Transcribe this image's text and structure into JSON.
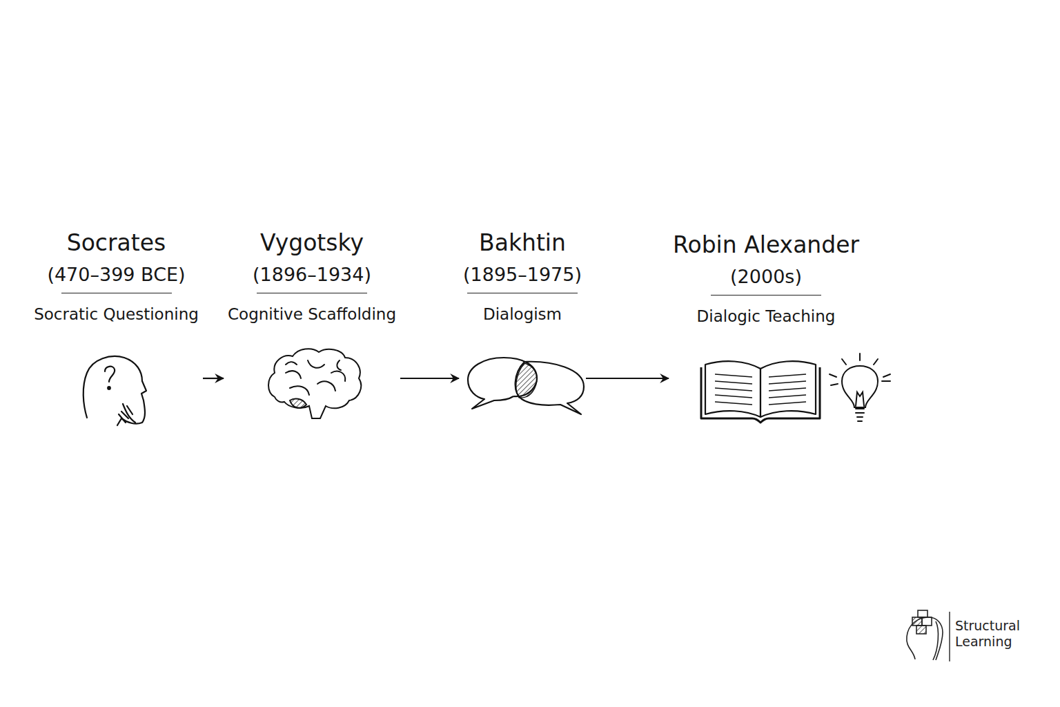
{
  "diagram": {
    "nodes": [
      {
        "text": [
          "Socrates",
          "(470–399 BCE)",
          "Socratic Questioning"
        ]
      },
      {
        "text": [
          "Vygotsky",
          "(1896–1934)",
          "Cognitive Scaffolding"
        ]
      },
      {
        "text": [
          "Bakhtin",
          "(1895–1975)",
          "Dialogism"
        ]
      },
      {
        "text": [
          "Robin Alexander",
          "(2000s)",
          "Dialogic Teaching"
        ]
      }
    ],
    "edges": [
      {
        "from": 0,
        "to": 1,
        "arrow": "to"
      },
      {
        "from": 1,
        "to": 2,
        "arrow": "to"
      },
      {
        "from": 2,
        "to": 3,
        "arrow": "to"
      }
    ],
    "labels": [
      "Structural Learning"
    ]
  }
}
